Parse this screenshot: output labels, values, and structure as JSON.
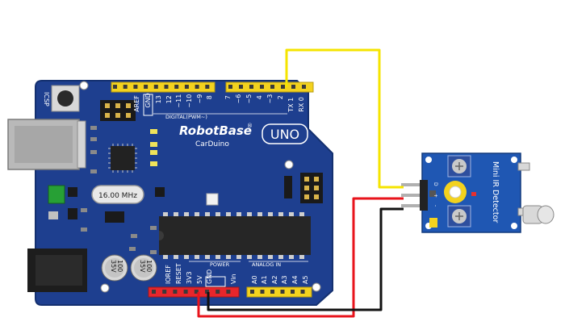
{
  "board": {
    "brand": "RobotBase",
    "registered_mark": "®",
    "model": "CarDuino",
    "uno_label": "UNO",
    "icsp_label": "ICSP",
    "crystal": "16.00 MHz",
    "digital_label": "DIGITAL(PWM~)",
    "power_label": "POWER",
    "analog_label": "ANALOG IN",
    "top_header": [
      "AREF",
      "GND",
      "13",
      "12",
      "~11",
      "~10",
      "~9",
      "8",
      "7",
      "~6",
      "~5",
      "4",
      "~3",
      "2",
      "TX 1",
      "RX 0"
    ],
    "bottom_header": [
      "IOREF",
      "RESET",
      "3V3",
      "5V",
      "GND",
      "Vin",
      "A0",
      "A1",
      "A2",
      "A3",
      "A4",
      "A5"
    ],
    "capacitor_text": [
      "100",
      "35V"
    ]
  },
  "sensor": {
    "title": "Mini IR Detector",
    "pins": [
      "D",
      "+",
      "-"
    ]
  },
  "wires": {
    "signal_color": "#f5e400",
    "power_color": "#e8141c",
    "ground_color": "#111111"
  },
  "colors": {
    "board": "#1e3f8f",
    "board_edge": "#14306f",
    "header_yellow": "#f3d21e",
    "header_red": "#e8262b"
  }
}
